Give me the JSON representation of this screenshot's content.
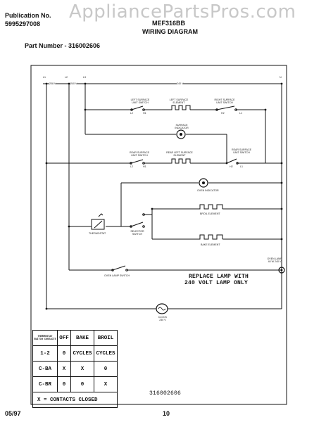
{
  "header": {
    "publication_label": "Publication No.",
    "publication_number": "5995297008",
    "model": "MEF316BB",
    "title": "WIRING DIAGRAM",
    "part_number": "Part Number - 316002606"
  },
  "watermark": "AppliancePartsPros.com",
  "footer": {
    "date": "05/97",
    "page": "10"
  },
  "diagram": {
    "terminals": {
      "l1": "L1",
      "l2": "L2",
      "l3": "L3",
      "n": "N"
    },
    "voltages": {
      "v120": "208 V",
      "v240": "240 V",
      "v240b": "240 V"
    },
    "components": {
      "left_switch": "LEFT SURFACE UNIT SWITCH",
      "left_element": "LEFT SURFACE ELEMENT",
      "right_switch": "RIGHT SURFACE UNIT SWITCH",
      "surface_indicator": "SURFACE INDICATOR",
      "rear_left_switch": "REAR SURFACE UNIT SWITCH",
      "rear_left_element": "REAR LEFT SURFACE ELEMENT",
      "rear_right_switch": "REAR SURFACE UNIT SWITCH",
      "oven_indicator": "OVEN INDICATOR",
      "broil_element": "BROIL ELEMENT",
      "thermostat": "THERMOSTAT",
      "selector": "SELECTOR SWITCH",
      "bake_element": "BAKE ELEMENT",
      "oven_lamp": "OVEN LAMP 40 W 240 V",
      "lamp_switch": "OVEN LAMP SWITCH",
      "clock": "CLOCK 240 V"
    },
    "terminal_marks": {
      "l2a": "L2",
      "h1a": "H1",
      "h2a": "H2",
      "l1a": "L1",
      "l2b": "L2",
      "h1b": "H1",
      "h2b": "H2",
      "l1b": "L1"
    },
    "note_line1": "REPLACE LAMP WITH",
    "note_line2": "240 VOLT LAMP ONLY",
    "diagram_number": "316002606"
  },
  "switch_table": {
    "header": [
      "THERMOSTAT SWITCH CONTACTS",
      "OFF",
      "BAKE",
      "BROIL"
    ],
    "rows": [
      [
        "1-2",
        "0",
        "CYCLES",
        "CYCLES"
      ],
      [
        "C-BA",
        "X",
        "X",
        "0"
      ],
      [
        "C-BR",
        "0",
        "0",
        "X"
      ]
    ],
    "legend": "X = CONTACTS CLOSED"
  }
}
